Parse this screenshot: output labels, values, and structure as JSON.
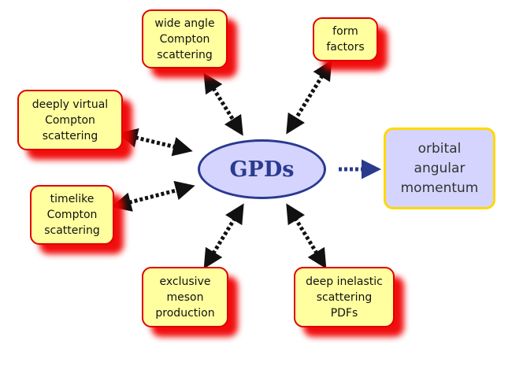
{
  "hub": {
    "label": "GPDs"
  },
  "colors": {
    "node_fill": "#ffffa0",
    "node_border": "#e00000",
    "node_shadow": "#f00000",
    "hub_fill": "#d4d4ff",
    "hub_border": "#2a3a8f",
    "target_fill": "#d4d4ff",
    "target_border": "#ffd800",
    "arrow_black": "#111111",
    "arrow_blue": "#2a3a8f"
  },
  "nodes": {
    "wide_angle": "wide angle\nCompton\nscattering",
    "form_factors": "form\nfactors",
    "dvcs": "deeply virtual\nCompton\nscattering",
    "timelike": "timelike\nCompton\nscattering",
    "exclusive_meson": "exclusive\nmeson\nproduction",
    "dis": "deep inelastic\nscattering\nPDFs",
    "orbital": "orbital\nangular\nmomentum"
  }
}
